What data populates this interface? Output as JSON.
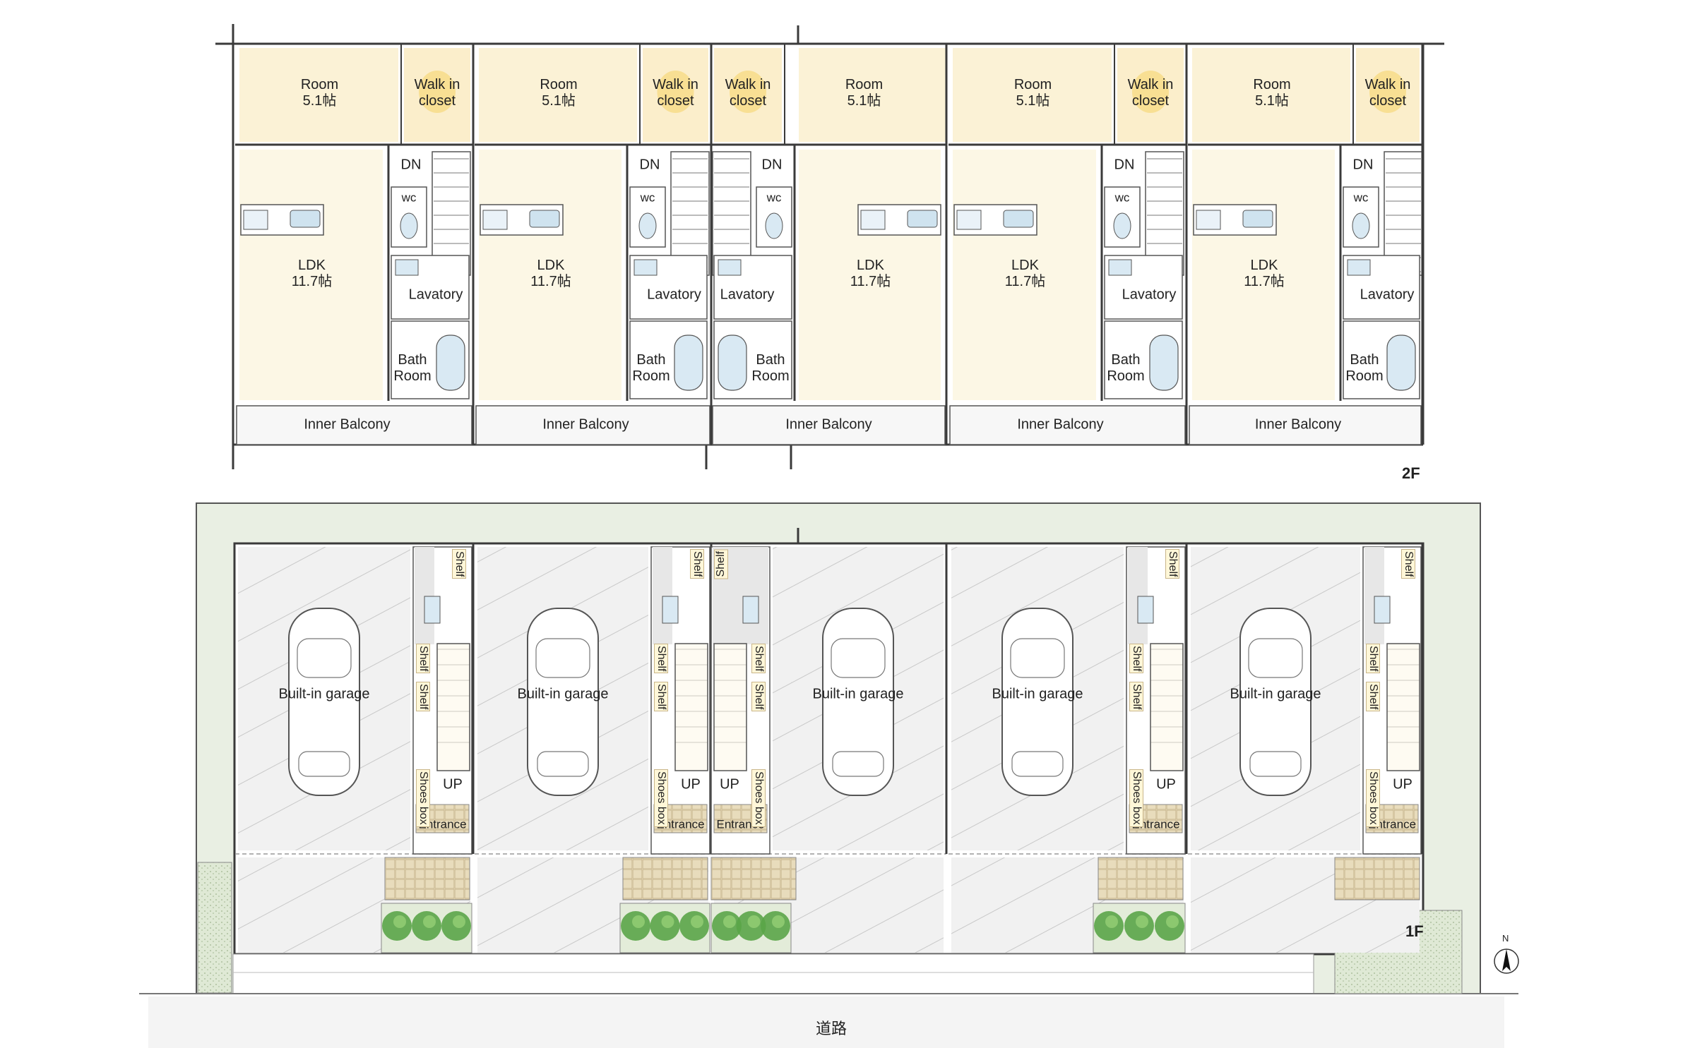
{
  "floors": {
    "upper": "2F",
    "lower": "1F"
  },
  "road_label": "道路",
  "north_label": "N",
  "labels": {
    "room": "Room",
    "room_size": "5.1帖",
    "walk_in": "Walk in",
    "closet": "closet",
    "ldk": "LDK",
    "ldk_size": "11.7帖",
    "dn": "DN",
    "wc": "wc",
    "lavatory": "Lavatory",
    "bath": "Bath",
    "bath_room": "Room",
    "inner_balcony": "Inner Balcony",
    "shelf": "Shelf",
    "up": "UP",
    "shoes_box": "Shoes box",
    "entrance": "Entrance",
    "built_in_garage": "Built-in garage"
  },
  "colors": {
    "wall": "#3a3a3a",
    "room_tint": "#f7e7b5",
    "wet_area": "#d9e9f3",
    "garage_floor": "#efefef",
    "lawn": "#e8efe2",
    "planting": "#5aa548",
    "entrance_tile": "#e6d8b5"
  }
}
